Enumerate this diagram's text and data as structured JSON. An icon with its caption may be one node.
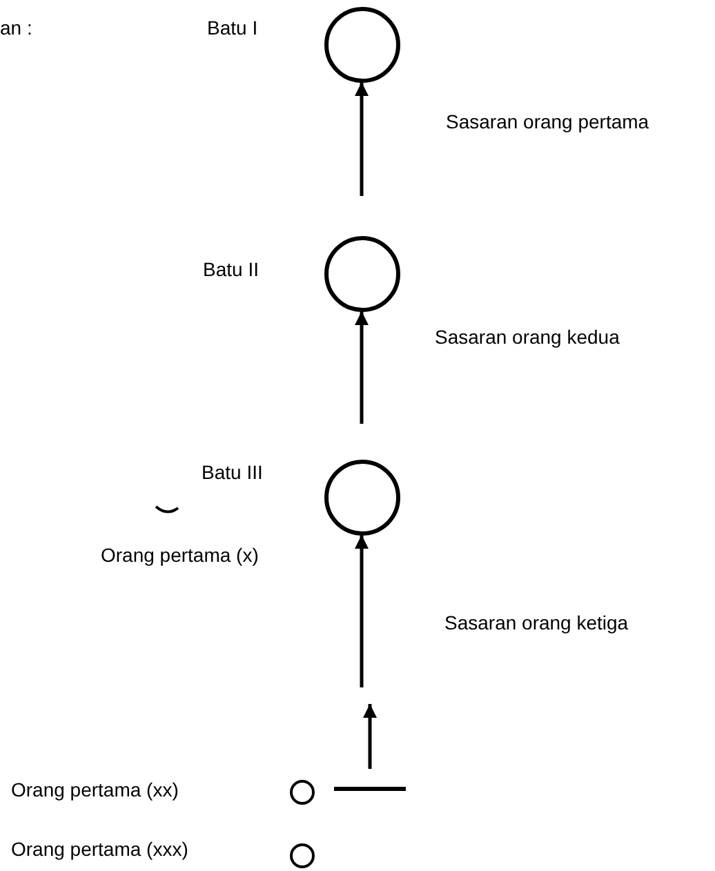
{
  "diagram": {
    "nodes": [
      {
        "text": [
          "Batu I"
        ]
      },
      {
        "text": [
          "Batu II"
        ]
      },
      {
        "text": [
          "Batu III"
        ]
      },
      {
        "text": [],
        "shape": "circle"
      },
      {
        "text": [],
        "shape": "circle"
      },
      {
        "text": [],
        "shape": "bar"
      }
    ],
    "edges": [
      {
        "from": null,
        "to": 0,
        "arrow": "to"
      },
      {
        "from": null,
        "to": 1,
        "arrow": "to"
      },
      {
        "from": null,
        "to": 2,
        "arrow": "to"
      },
      {
        "from": 5,
        "to": null,
        "arrow": "to"
      }
    ],
    "labels": [
      "an :",
      "Sasaran orang pertama",
      "Sasaran orang kedua",
      "Orang pertama (x)",
      "Sasaran orang ketiga",
      "Orang pertama (xx)",
      "Orang pertama (xxx)"
    ]
  }
}
